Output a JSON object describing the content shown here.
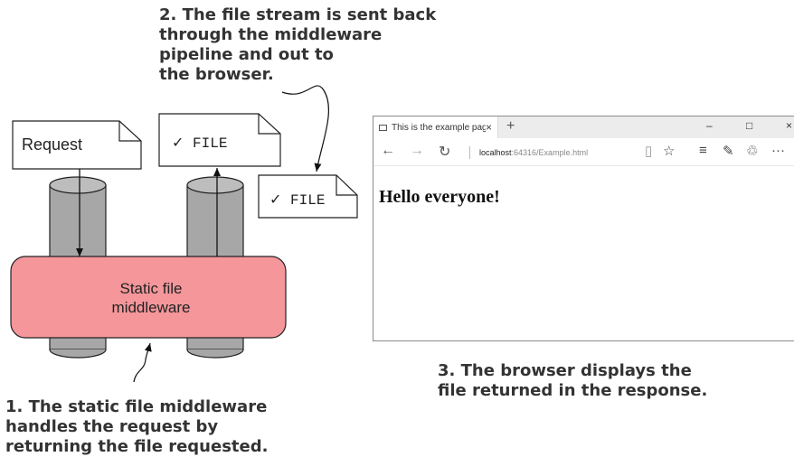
{
  "callouts": {
    "step2": [
      "2. The file stream is sent back",
      "through the middleware",
      "pipeline and out to",
      "the browser."
    ],
    "step1": [
      "1. The static file middleware",
      "handles the request by",
      "returning the file requested."
    ],
    "step3": [
      "3. The browser displays the",
      "file returned in the response."
    ]
  },
  "documents": {
    "request": "Request",
    "file_top": "✓ FILE",
    "file_side": "✓ FILE"
  },
  "middleware": {
    "line1": "Static file",
    "line2": "middleware",
    "fill": "#f4969a"
  },
  "browser": {
    "tab_title": "This is the example pag",
    "tab_close": "×",
    "new_tab": "+",
    "minimize": "–",
    "maximize": "□",
    "close": "×",
    "back": "←",
    "forward": "→",
    "refresh": "↻",
    "url_host": "localhost",
    "url_rest": ":64316/Example.html",
    "reading_view": "▯",
    "favorite": "☆",
    "hub": "≡",
    "notes": "✎",
    "share": "♲",
    "more": "···",
    "page_heading": "Hello everyone!"
  }
}
